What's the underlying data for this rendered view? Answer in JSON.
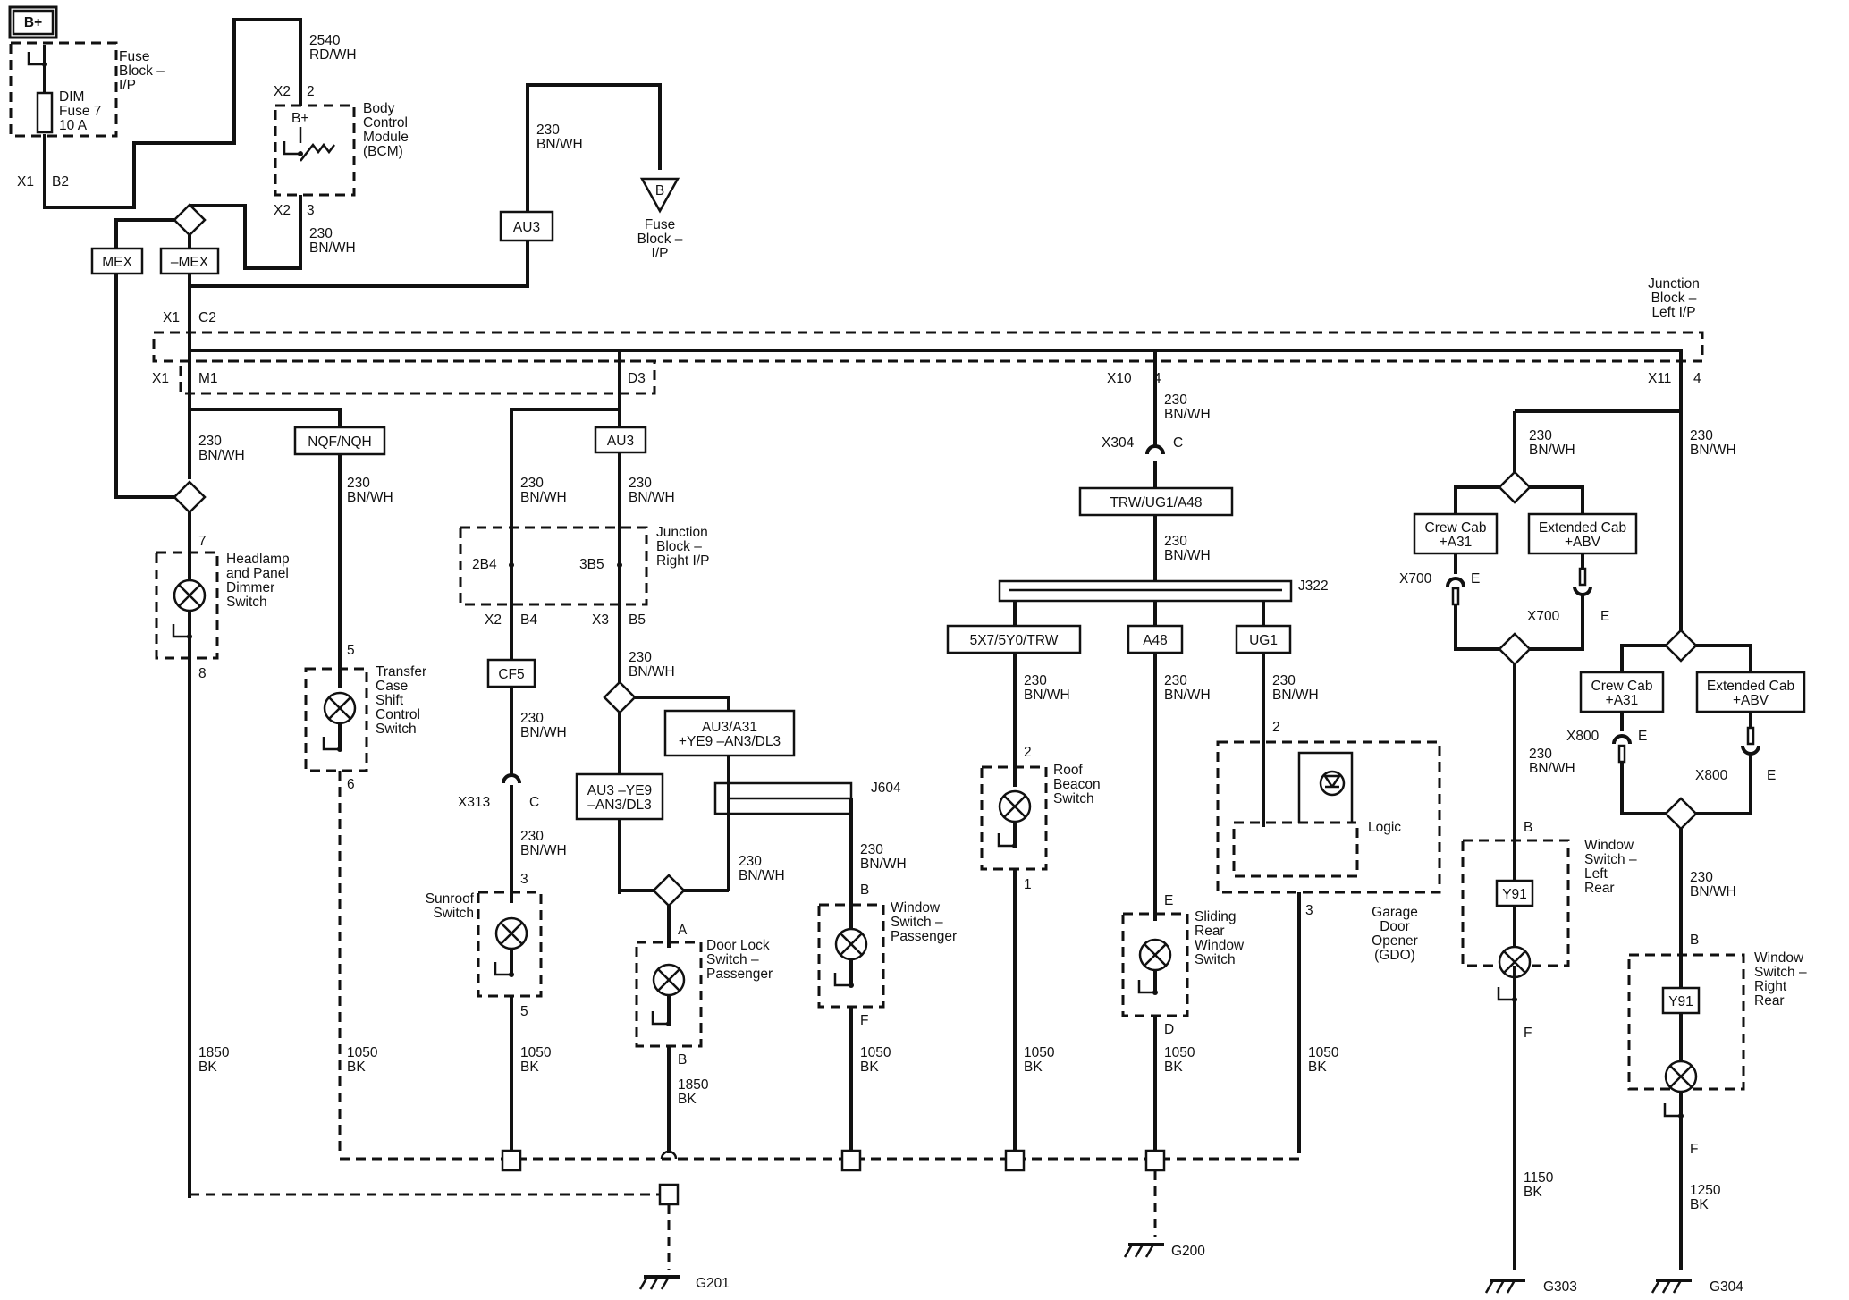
{
  "diagram": {
    "supply": {
      "label": "B+"
    },
    "fuse_block_ip": {
      "title": [
        "Fuse",
        "Block –",
        "I/P"
      ],
      "fuse": [
        "DIM",
        "Fuse 7",
        "10 A"
      ],
      "conn": "X1",
      "pin": "B2"
    },
    "bcm": {
      "title": [
        "Body",
        "Control",
        "Module",
        "(BCM)"
      ],
      "input_conn": "X2",
      "input_pin": "2",
      "bplus": "B+",
      "output_conn": "X2",
      "output_pin": "3"
    },
    "wire_2540": [
      "2540",
      "RD/WH"
    ],
    "wire_230_bcm": [
      "230",
      "BN/WH"
    ],
    "option_mex": "MEX",
    "option_not_mex": "–MEX",
    "au3_top": {
      "option": "AU3",
      "wire": [
        "230",
        "BN/WH"
      ]
    },
    "fuse_block_ref": {
      "letter": "B",
      "title": [
        "Fuse",
        "Block –",
        "I/P"
      ]
    },
    "junction_left": {
      "title": [
        "Junction",
        "Block –",
        "Left I/P"
      ],
      "c2": {
        "conn": "X1",
        "pin": "C2"
      },
      "m1": {
        "conn": "X1",
        "pin": "M1"
      },
      "d3": {
        "pin": "D3"
      },
      "x10": {
        "conn": "X10",
        "pin": "4"
      },
      "x11": {
        "conn": "X11",
        "pin": "4"
      }
    },
    "headlamp_switch": {
      "wire_in": [
        "230",
        "BN/WH"
      ],
      "title": [
        "Headlamp",
        "and Panel",
        "Dimmer",
        "Switch"
      ],
      "pin_in": "7",
      "pin_out": "8",
      "wire_out": [
        "1850",
        "BK"
      ]
    },
    "transfer_case": {
      "option": "NQF/NQH",
      "wire_in": [
        "230",
        "BN/WH"
      ],
      "title": [
        "Transfer",
        "Case",
        "Shift",
        "Control",
        "Switch"
      ],
      "pin_in": "5",
      "pin_out": "6",
      "wire_out": [
        "1050",
        "BK"
      ]
    },
    "junction_right": {
      "title": [
        "Junction",
        "Block –",
        "Right I/P"
      ],
      "wire_a": [
        "230",
        "BN/WH"
      ],
      "wire_b": [
        "230",
        "BN/WH"
      ],
      "pin_2b4": "2B4",
      "pin_3b5": "3B5",
      "x2": "X2",
      "b4": "B4",
      "x3": "X3",
      "b5": "B5"
    },
    "au3_mid": "AU3",
    "cf5": "CF5",
    "sunroof": {
      "wire_a": [
        "230",
        "BN/WH"
      ],
      "conn": "X313",
      "conn_pin": "C",
      "wire_b": [
        "230",
        "BN/WH"
      ],
      "title": [
        "Sunroof",
        "Switch"
      ],
      "pin_in": "3",
      "pin_out": "5",
      "wire_out": [
        "1050",
        "BK"
      ]
    },
    "door_lock": {
      "wire_in": [
        "230",
        "BN/WH"
      ],
      "opt_right": [
        "AU3/A31",
        "+YE9 –AN3/DL3"
      ],
      "opt_left": [
        "AU3 –YE9",
        "–AN3/DL3"
      ],
      "wire_b": [
        "230",
        "BN/WH"
      ],
      "title": [
        "Door Lock",
        "Switch –",
        "Passenger"
      ],
      "pin_in": "A",
      "pin_out": "B",
      "wire_out": [
        "1850",
        "BK"
      ]
    },
    "j604": "J604",
    "window_passenger": {
      "wire_in": [
        "230",
        "BN/WH"
      ],
      "title": [
        "Window",
        "Switch –",
        "Passenger"
      ],
      "pin_in": "B",
      "pin_out": "F",
      "wire_out": [
        "1050",
        "BK"
      ]
    },
    "x304": {
      "conn": "X304",
      "pin": "C",
      "wire_a": [
        "230",
        "BN/WH"
      ],
      "option": "TRW/UG1/A48",
      "wire_b": [
        "230",
        "BN/WH"
      ]
    },
    "j322": "J322",
    "roof_beacon": {
      "option": "5X7/5Y0/TRW",
      "wire_in": [
        "230",
        "BN/WH"
      ],
      "title": [
        "Roof",
        "Beacon",
        "Switch"
      ],
      "pin_in": "2",
      "pin_out": "1",
      "wire_out": [
        "1050",
        "BK"
      ]
    },
    "sliding_window": {
      "option": "A48",
      "wire_in": [
        "230",
        "BN/WH"
      ],
      "title": [
        "Sliding",
        "Rear",
        "Window",
        "Switch"
      ],
      "pin_in": "E",
      "pin_out": "D",
      "wire_out": [
        "1050",
        "BK"
      ]
    },
    "gdo": {
      "option": "UG1",
      "wire_in": [
        "230",
        "BN/WH"
      ],
      "logic": "Logic",
      "title": [
        "Garage",
        "Door",
        "Opener",
        "(GDO)"
      ],
      "pin_in": "2",
      "pin_out": "3",
      "wire_out": [
        "1050",
        "BK"
      ]
    },
    "left_rear": {
      "wire_in": [
        "230",
        "BN/WH"
      ],
      "opt_a": [
        "Crew Cab",
        "+A31"
      ],
      "opt_b": [
        "Extended Cab",
        "+ABV"
      ],
      "conn_a": "X700",
      "conn_a_pin": "E",
      "conn_b": "X700",
      "conn_b_pin": "E",
      "wire_b": [
        "230",
        "BN/WH"
      ],
      "title": [
        "Window",
        "Switch –",
        "Left",
        "Rear"
      ],
      "option": "Y91",
      "pin_in": "B",
      "pin_out": "F",
      "wire_out": [
        "1150",
        "BK"
      ]
    },
    "right_rear": {
      "wire_in": [
        "230",
        "BN/WH"
      ],
      "opt_a": [
        "Crew Cab",
        "+A31"
      ],
      "opt_b": [
        "Extended Cab",
        "+ABV"
      ],
      "conn_a": "X800",
      "conn_a_pin": "E",
      "conn_b": "X800",
      "conn_b_pin": "E",
      "wire_b": [
        "230",
        "BN/WH"
      ],
      "title": [
        "Window",
        "Switch –",
        "Right",
        "Rear"
      ],
      "option": "Y91",
      "pin_in": "B",
      "pin_out": "F",
      "wire_out": [
        "1250",
        "BK"
      ]
    },
    "grounds": {
      "g201": "G201",
      "g200": "G200",
      "g303": "G303",
      "g304": "G304"
    }
  }
}
